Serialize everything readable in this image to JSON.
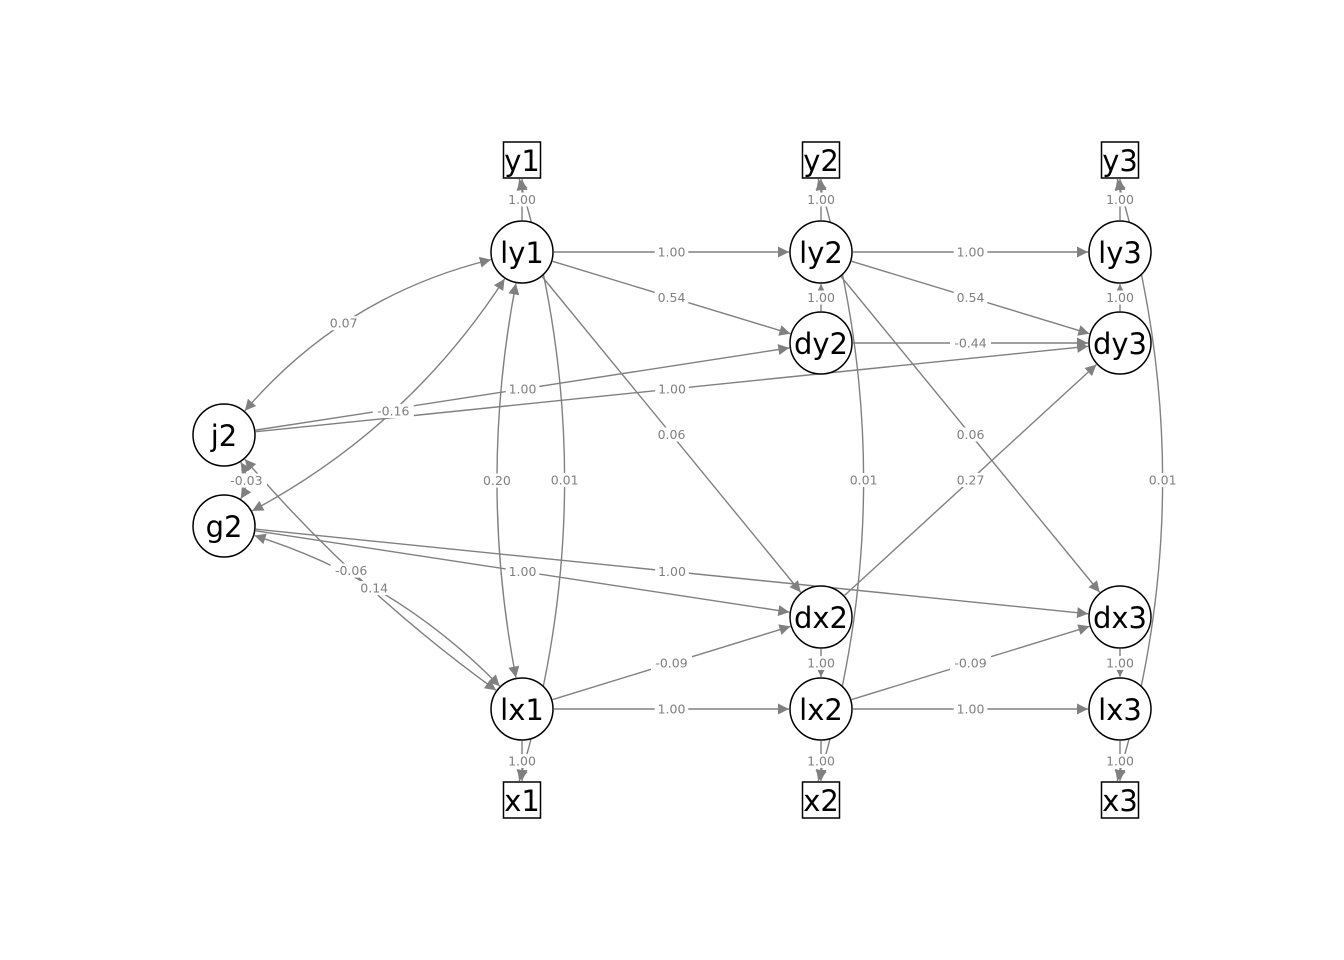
{
  "nodes": [
    {
      "id": "y1",
      "label": "y1",
      "kind": "observed"
    },
    {
      "id": "y2",
      "label": "y2",
      "kind": "observed"
    },
    {
      "id": "y3",
      "label": "y3",
      "kind": "observed"
    },
    {
      "id": "ly1",
      "label": "ly1",
      "kind": "latent"
    },
    {
      "id": "ly2",
      "label": "ly2",
      "kind": "latent"
    },
    {
      "id": "ly3",
      "label": "ly3",
      "kind": "latent"
    },
    {
      "id": "dy2",
      "label": "dy2",
      "kind": "latent"
    },
    {
      "id": "dy3",
      "label": "dy3",
      "kind": "latent"
    },
    {
      "id": "j2",
      "label": "j2",
      "kind": "latent"
    },
    {
      "id": "g2",
      "label": "g2",
      "kind": "latent"
    },
    {
      "id": "dx2",
      "label": "dx2",
      "kind": "latent"
    },
    {
      "id": "dx3",
      "label": "dx3",
      "kind": "latent"
    },
    {
      "id": "lx1",
      "label": "lx1",
      "kind": "latent"
    },
    {
      "id": "lx2",
      "label": "lx2",
      "kind": "latent"
    },
    {
      "id": "lx3",
      "label": "lx3",
      "kind": "latent"
    },
    {
      "id": "x1",
      "label": "x1",
      "kind": "observed"
    },
    {
      "id": "x2",
      "label": "x2",
      "kind": "observed"
    },
    {
      "id": "x3",
      "label": "x3",
      "kind": "observed"
    }
  ],
  "edges": [
    {
      "from": "ly1",
      "to": "y1",
      "label": "1.00"
    },
    {
      "from": "ly2",
      "to": "y2",
      "label": "1.00"
    },
    {
      "from": "ly3",
      "to": "y3",
      "label": "1.00"
    },
    {
      "from": "lx1",
      "to": "x1",
      "label": "1.00"
    },
    {
      "from": "lx2",
      "to": "x2",
      "label": "1.00"
    },
    {
      "from": "lx3",
      "to": "x3",
      "label": "1.00"
    },
    {
      "from": "ly1",
      "to": "ly2",
      "label": "1.00"
    },
    {
      "from": "ly2",
      "to": "ly3",
      "label": "1.00"
    },
    {
      "from": "dy2",
      "to": "ly2",
      "label": "1.00"
    },
    {
      "from": "dy3",
      "to": "ly3",
      "label": "1.00"
    },
    {
      "from": "ly1",
      "to": "dy2",
      "label": "0.54"
    },
    {
      "from": "ly2",
      "to": "dy3",
      "label": "0.54"
    },
    {
      "from": "dy2",
      "to": "dy3",
      "label": "-0.44"
    },
    {
      "from": "j2",
      "to": "dy2",
      "label": "1.00"
    },
    {
      "from": "j2",
      "to": "dy3",
      "label": "1.00"
    },
    {
      "from": "g2",
      "to": "dx2",
      "label": "1.00"
    },
    {
      "from": "g2",
      "to": "dx3",
      "label": "1.00"
    },
    {
      "from": "ly1",
      "to": "dx2",
      "label": "0.06"
    },
    {
      "from": "ly2",
      "to": "dx3",
      "label": "0.06"
    },
    {
      "from": "dx2",
      "to": "dy3",
      "label": "0.27"
    },
    {
      "from": "lx1",
      "to": "dx2",
      "label": "-0.09"
    },
    {
      "from": "lx2",
      "to": "dx3",
      "label": "-0.09"
    },
    {
      "from": "dx2",
      "to": "lx2",
      "label": "1.00"
    },
    {
      "from": "dx3",
      "to": "lx3",
      "label": "1.00"
    },
    {
      "from": "lx1",
      "to": "lx2",
      "label": "1.00"
    },
    {
      "from": "lx2",
      "to": "lx3",
      "label": "1.00"
    }
  ],
  "covariances": [
    {
      "a": "j2",
      "b": "g2",
      "label": "-0.03"
    },
    {
      "a": "j2",
      "b": "ly1",
      "label": "0.07"
    },
    {
      "a": "g2",
      "b": "ly1",
      "label": "-0.16"
    },
    {
      "a": "j2",
      "b": "lx1",
      "label": "-0.06"
    },
    {
      "a": "g2",
      "b": "lx1",
      "label": "0.14"
    },
    {
      "a": "ly1",
      "b": "lx1",
      "label": "0.20"
    },
    {
      "a": "y1",
      "b": "x1",
      "label": "0.01"
    },
    {
      "a": "y2",
      "b": "x2",
      "label": "0.01"
    },
    {
      "a": "y3",
      "b": "x3",
      "label": "0.01"
    }
  ]
}
